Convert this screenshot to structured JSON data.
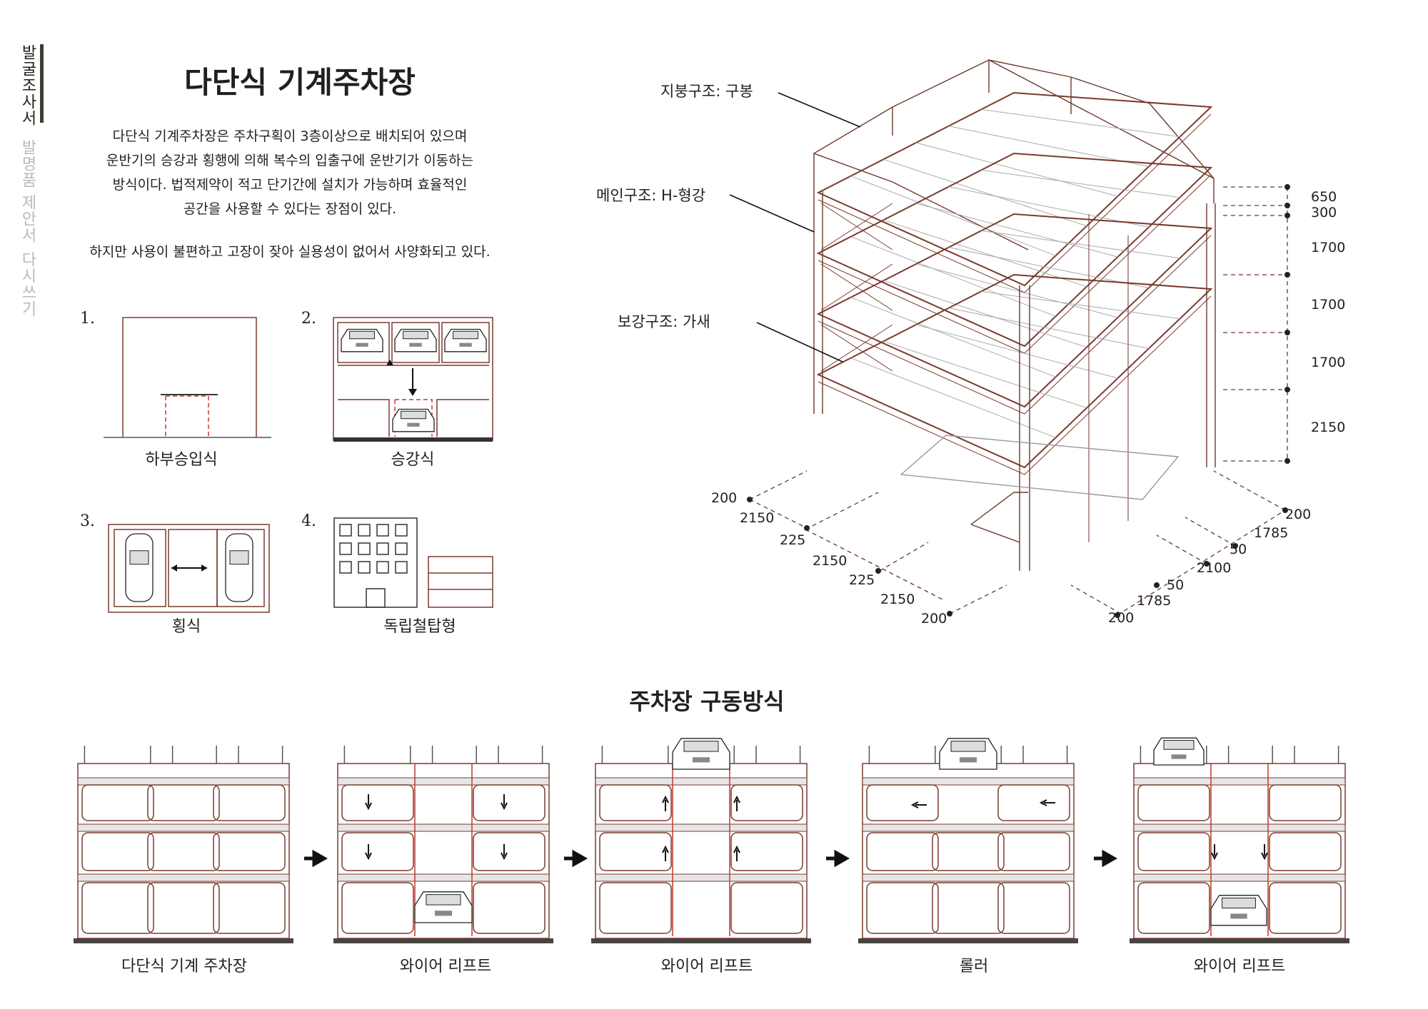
{
  "sidebar": {
    "items": [
      {
        "label": "발굴조사서",
        "active": true
      },
      {
        "label": "발명품 제안서",
        "active": false
      },
      {
        "label": "다시쓰기",
        "active": false
      }
    ]
  },
  "header": {
    "title": "다단식 기계주차장"
  },
  "intro": {
    "lines": [
      "다단식 기계주차장은 주차구획이 3층이상으로 배치되어 있으며",
      "운반기의 승강과 횡행에 의해 복수의 입출구에 운반기가 이동하는",
      "방식이다. 법적제약이 적고 단기간에 설치가 가능하며 효율적인",
      "공간을 사용할 수 있다는 장점이 있다."
    ],
    "note": "하지만 사용이 불편하고 고장이 잦아 실용성이 없어서 사양화되고 있다."
  },
  "types": [
    {
      "number": "1.",
      "label": "하부승입식"
    },
    {
      "number": "2.",
      "label": "승강식"
    },
    {
      "number": "3.",
      "label": "횡식"
    },
    {
      "number": "4.",
      "label": "독립철탑형"
    }
  ],
  "structure": {
    "callouts": [
      "지붕구조: 구봉",
      "메인구조: H-형강",
      "보강구조: 가새"
    ],
    "height_dims": [
      "650",
      "300",
      "1700",
      "1700",
      "1700",
      "2150"
    ],
    "left_dims": [
      "200",
      "2150",
      "225",
      "2150",
      "225",
      "2150",
      "200"
    ],
    "right_dims": [
      "200",
      "1785",
      "50",
      "2100",
      "50",
      "1785",
      "200"
    ]
  },
  "operation": {
    "title": "주차장 구동방식",
    "steps": [
      {
        "label": "다단식 기계 주차장"
      },
      {
        "label": "와이어 리프트"
      },
      {
        "label": "와이어 리프트"
      },
      {
        "label": "롤러"
      },
      {
        "label": "와이어 리프트"
      }
    ]
  },
  "colors": {
    "line": "#7a3b2e",
    "accent_red": "#c0392b",
    "text": "#231f1c",
    "muted": "#b9b9b9",
    "bar": "#3a3f33"
  }
}
